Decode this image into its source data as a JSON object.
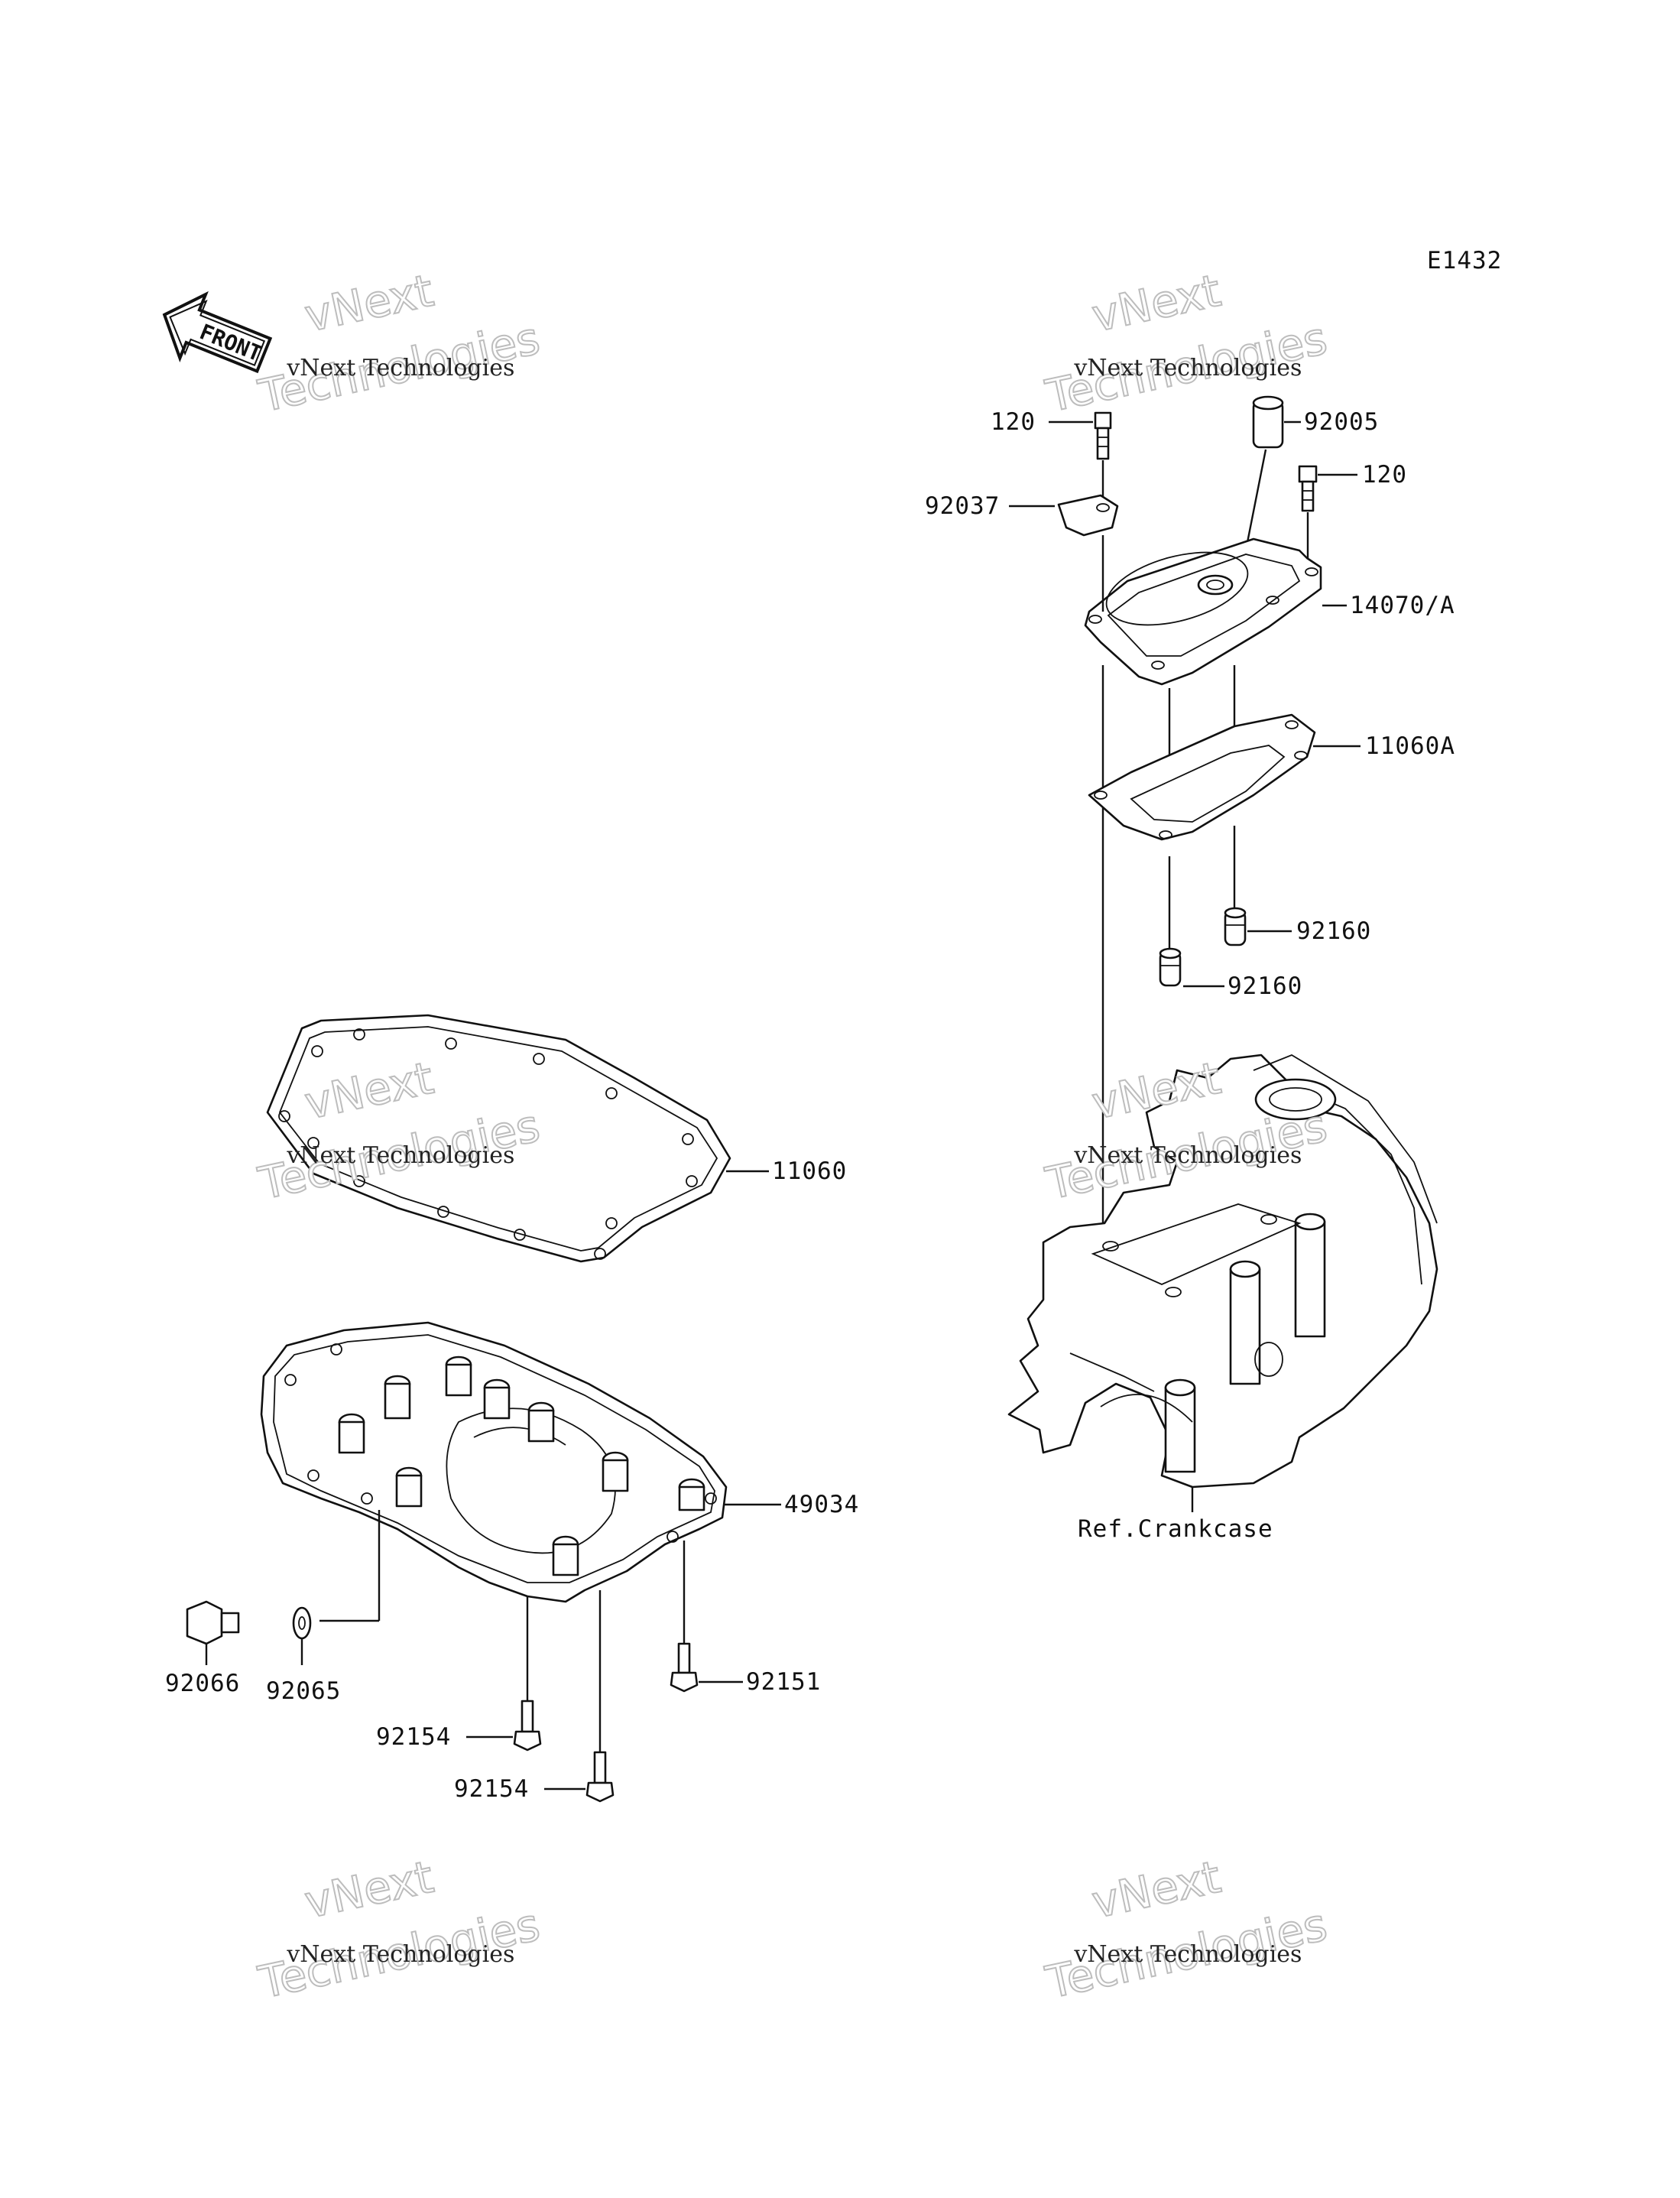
{
  "diagram": {
    "code": "E1432",
    "front_arrow_label": "FRONT",
    "reference_label": "Ref.Crankcase",
    "watermark": {
      "line1": "vNext",
      "line2": "vNext Technologies",
      "line3": "Technologies"
    },
    "parts": [
      {
        "number": "120"
      },
      {
        "number": "92005"
      },
      {
        "number": "120"
      },
      {
        "number": "92037"
      },
      {
        "number": "14070/A"
      },
      {
        "number": "11060A"
      },
      {
        "number": "92160"
      },
      {
        "number": "92160"
      },
      {
        "number": "11060"
      },
      {
        "number": "49034"
      },
      {
        "number": "92066"
      },
      {
        "number": "92065"
      },
      {
        "number": "92151"
      },
      {
        "number": "92154"
      },
      {
        "number": "92154"
      }
    ]
  }
}
